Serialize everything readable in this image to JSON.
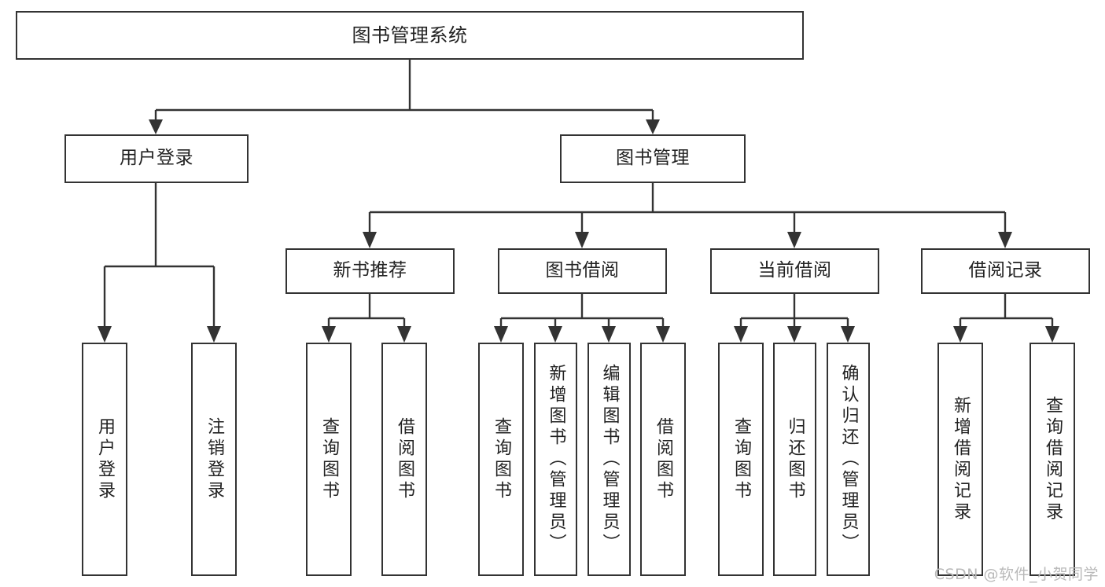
{
  "diagram": {
    "type": "tree",
    "title": "图书管理系统",
    "watermark": "CSDN @软件_小贺同学",
    "colors": {
      "stroke": "#333333",
      "fill": "#ffffff",
      "text": "#222222",
      "watermark": "#b9b9b9"
    },
    "levels": {
      "root": [
        "图书管理系统"
      ],
      "level2": [
        "用户登录",
        "图书管理"
      ],
      "level3": [
        "新书推荐",
        "图书借阅",
        "当前借阅",
        "借阅记录"
      ],
      "level4": [
        "用户登录",
        "注销登录",
        "查询图书",
        "借阅图书",
        "查询图书",
        "新增图书（管理员）",
        "编辑图书（管理员）",
        "借阅图书",
        "查询图书",
        "归还图书",
        "确认归还（管理员）",
        "新增借阅记录",
        "查询借阅记录"
      ]
    },
    "nodes": {
      "root": {
        "label": "图书管理系统"
      },
      "user_login": {
        "label": "用户登录"
      },
      "book_manage": {
        "label": "图书管理"
      },
      "new_book_rec": {
        "label": "新书推荐"
      },
      "book_borrow": {
        "label": "图书借阅"
      },
      "current_borrow": {
        "label": "当前借阅"
      },
      "borrow_record": {
        "label": "借阅记录"
      },
      "leaf_user_login": {
        "label": "用户登录"
      },
      "leaf_logout": {
        "label": "注销登录"
      },
      "leaf_query_book_1": {
        "label": "查询图书"
      },
      "leaf_borrow_book_1": {
        "label": "借阅图书"
      },
      "leaf_query_book_2": {
        "label": "查询图书"
      },
      "leaf_add_book": {
        "label": "新增图书（管理员）"
      },
      "leaf_edit_book": {
        "label": "编辑图书（管理员）"
      },
      "leaf_borrow_book_2": {
        "label": "借阅图书"
      },
      "leaf_query_book_3": {
        "label": "查询图书"
      },
      "leaf_return_book": {
        "label": "归还图书"
      },
      "leaf_confirm_return": {
        "label": "确认归还（管理员）"
      },
      "leaf_add_record": {
        "label": "新增借阅记录"
      },
      "leaf_query_record": {
        "label": "查询借阅记录"
      }
    },
    "edges": [
      {
        "from": "root",
        "to": "user_login"
      },
      {
        "from": "root",
        "to": "book_manage"
      },
      {
        "from": "user_login",
        "to": "leaf_user_login"
      },
      {
        "from": "user_login",
        "to": "leaf_logout"
      },
      {
        "from": "book_manage",
        "to": "new_book_rec"
      },
      {
        "from": "book_manage",
        "to": "book_borrow"
      },
      {
        "from": "book_manage",
        "to": "current_borrow"
      },
      {
        "from": "book_manage",
        "to": "borrow_record"
      },
      {
        "from": "new_book_rec",
        "to": "leaf_query_book_1"
      },
      {
        "from": "new_book_rec",
        "to": "leaf_borrow_book_1"
      },
      {
        "from": "book_borrow",
        "to": "leaf_query_book_2"
      },
      {
        "from": "book_borrow",
        "to": "leaf_add_book"
      },
      {
        "from": "book_borrow",
        "to": "leaf_edit_book"
      },
      {
        "from": "book_borrow",
        "to": "leaf_borrow_book_2"
      },
      {
        "from": "current_borrow",
        "to": "leaf_query_book_3"
      },
      {
        "from": "current_borrow",
        "to": "leaf_return_book"
      },
      {
        "from": "current_borrow",
        "to": "leaf_confirm_return"
      },
      {
        "from": "borrow_record",
        "to": "leaf_add_record"
      },
      {
        "from": "borrow_record",
        "to": "leaf_query_record"
      }
    ]
  }
}
